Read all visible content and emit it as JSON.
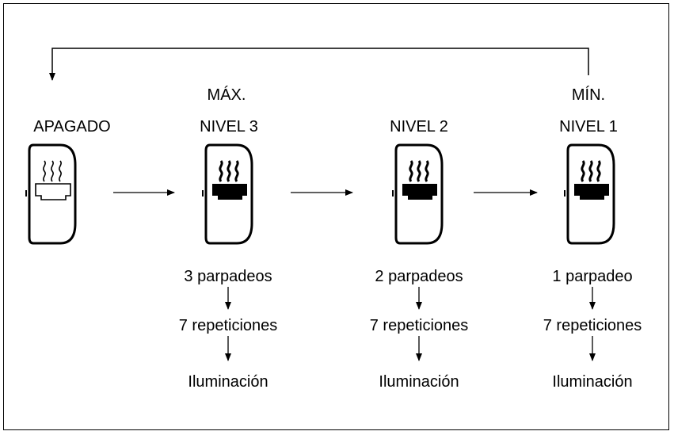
{
  "states": [
    {
      "id": "off",
      "top": "",
      "name": "APAGADO",
      "steps": []
    },
    {
      "id": "level3",
      "top": "MÁX.",
      "name": "NIVEL 3",
      "steps": [
        "3 parpadeos",
        "7 repeticiones",
        "Iluminación"
      ]
    },
    {
      "id": "level2",
      "top": "",
      "name": "NIVEL 2",
      "steps": [
        "2 parpadeos",
        "7 repeticiones",
        "Iluminación"
      ]
    },
    {
      "id": "level1",
      "top": "MÍN.",
      "name": "NIVEL 1",
      "steps": [
        "1 parpadeo",
        "7 repeticiones",
        "Iluminación"
      ]
    }
  ],
  "icons": [
    "seat-heater-off-icon",
    "seat-heater-on-icon"
  ]
}
